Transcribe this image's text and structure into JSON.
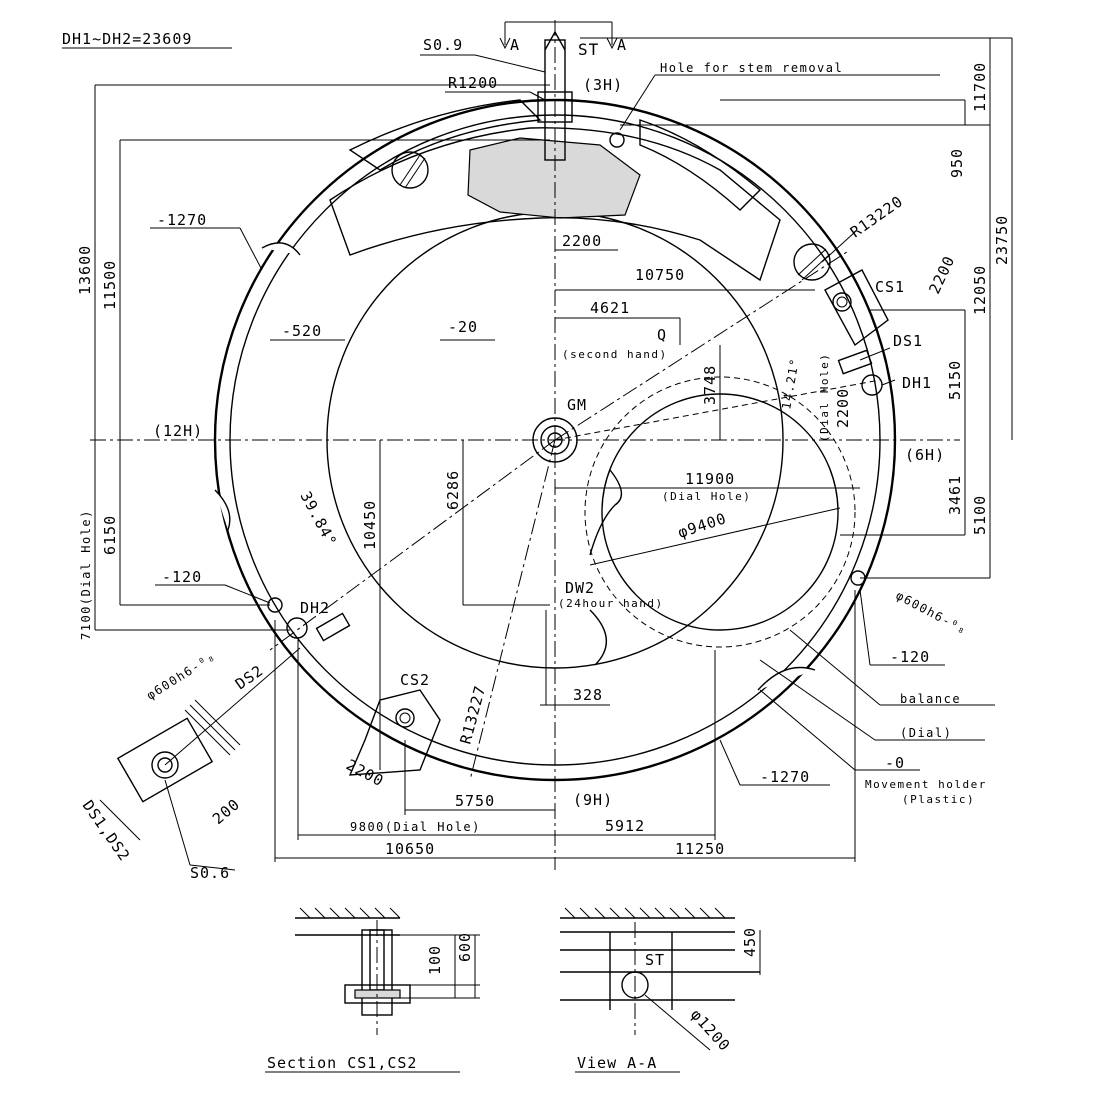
{
  "labels": {
    "dh_sum": "DH1~DH2=23609",
    "s09": "S0.9",
    "arrow_a_left": "A",
    "arrow_a_right": "A",
    "st": "ST",
    "r1200": "R1200",
    "h3": "(3H)",
    "hole_stem": "Hole for stem removal",
    "d11700": "11700",
    "d950": "950",
    "d23750": "23750",
    "d12050": "12050",
    "d5150": "5150",
    "d3461": "3461",
    "d5100": "5100",
    "r13220": "R13220",
    "cs1": "CS1",
    "d2200_cs1": "2200",
    "ds1": "DS1",
    "dh1": "DH1",
    "h6": "(6H)",
    "dial_hole_v": "(Dial Hole)",
    "d2200_dh1": "2200",
    "angle14": "14.21°",
    "d1270_top": "-1270",
    "d2200_top": "2200",
    "d10750": "10750",
    "d4621": "4621",
    "q": "Q",
    "second_hand": "(second hand)",
    "d3748": "3748",
    "d520": "-520",
    "d20": "-20",
    "gm": "GM",
    "h12": "(12H)",
    "d13600": "13600",
    "d11500": "11500",
    "d11900": "11900",
    "dial_hole_h": "(Dial Hole)",
    "phi9400": "φ9400",
    "d6150": "6150",
    "d7100": "7100(Dial Hole)",
    "angle39": "39.84°",
    "d10450": "10450",
    "d6286": "6286",
    "dw2": "DW2",
    "h24": "(24hour hand)",
    "d120_left": "-120",
    "dh2": "DH2",
    "phi600_left": "φ600h6-⁰₈",
    "phi600_right": "φ600h6-⁰₈",
    "d120_right": "-120",
    "ds2": "DS2",
    "cs2": "CS2",
    "r13227": "R13227",
    "d328": "328",
    "balance": "balance",
    "dial": "(Dial)",
    "d0": "-0",
    "mov_holder": "Movement holder",
    "plastic": "(Plastic)",
    "d1270_bottom": "-1270",
    "d2200_cs2": "2200",
    "d5750": "5750",
    "h9": "(9H)",
    "d9800": "9800(Dial Hole)",
    "d5912": "5912",
    "d10650": "10650",
    "d11250": "11250",
    "d200": "200",
    "ds1ds2": "DS1,DS2",
    "s06": "S0.6",
    "d100": "100",
    "d600": "600",
    "st2": "ST",
    "d450": "450",
    "phi1200": "φ1200",
    "section_cs": "Section CS1,CS2",
    "view_aa": "View A-A"
  }
}
